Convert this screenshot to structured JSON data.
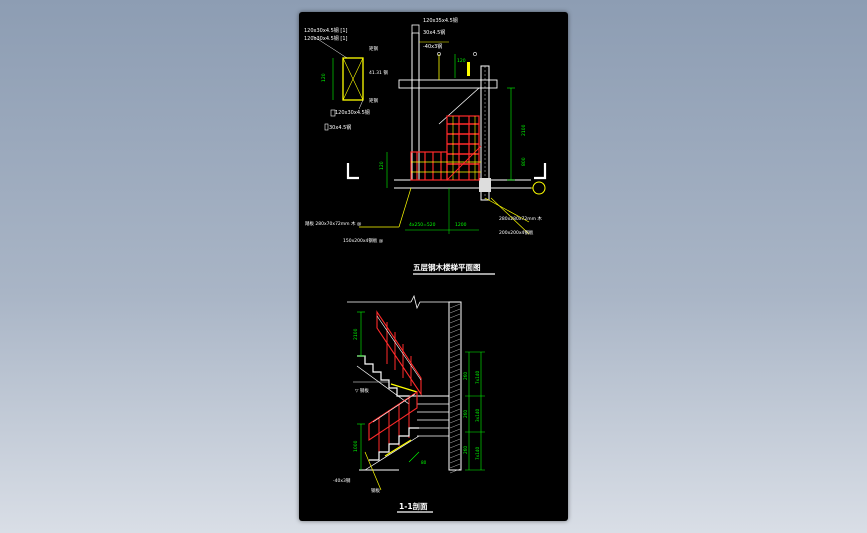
{
  "drawing": {
    "plan_title": "五层钢木楼梯平面图",
    "section_title": "1-1剖面",
    "colors": {
      "background": "#000000",
      "structure": "#ffffff",
      "wood": "#ff2a2a",
      "steel": "#ffff00",
      "dimension": "#00ff00",
      "leader": "#ffff00",
      "wall_hatch": "#cccccc"
    },
    "plan_labels": {
      "sec_top1": "120x30x4.5钢 [1]",
      "sec_top2": "120x30x4.5钢 [1]",
      "sec_dim": "120",
      "sec_side1": "矩钢",
      "sec_side2": "矩钢",
      "sec_mid": "41.31 钢",
      "sec_bot1": "120x30x4.5钢",
      "sec_bot2": "30x4.5钢",
      "top_c1": "120x35x4.5钢",
      "top_c2": "30x4.5钢",
      "top_bar": "-40x3钢",
      "top_dim": "120",
      "right_dim": "2100",
      "right_dim2": "800",
      "left_dim": "120",
      "bot_ann1": "踏板 280x70x72mm 木 @",
      "bot_ann2": "150x200x4钢板 @",
      "bot_ann3": "280x280x72mm 木",
      "bot_ann4": "200x200x4钢板",
      "bot_dim1": "4x250=520",
      "bot_dim2": "1200"
    },
    "section_labels": {
      "dim_top": "2100",
      "dim_mid": "1000",
      "dim_r1": "260",
      "dim_r2": "260",
      "dim_r3": "260",
      "dim_r4": "7x140",
      "dim_r5": "3x140",
      "dim_r6": "7x140",
      "lbl_mid": "▽ 钢板",
      "lbl_bot1": "-40x3钢",
      "lbl_bot2": "钢板",
      "lbl_step": "80"
    }
  }
}
